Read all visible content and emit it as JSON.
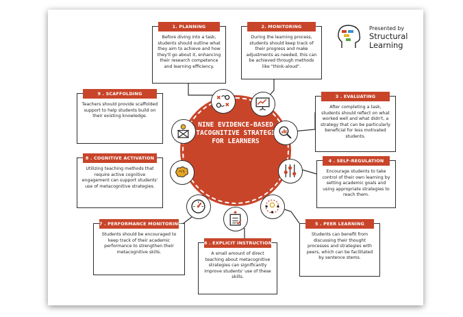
{
  "diagram": {
    "title": "NINE EVIDENCE-BASED METACOGNITIVE STRATEGIES FOR LEARNERS",
    "accent_color": "#c8452a",
    "strategies": [
      {
        "header": "1.    PLANNING",
        "text": "Before diving into a task, students should outline what they aim to achieve and how they'll go about it, enhancing their research competence and learning efficiency.",
        "icon": "planning-cycle-icon"
      },
      {
        "header": "2. MONITORING",
        "text": "During the learning process, students should keep track of their progress and make adjustments as needed, this can be achieved through methods like \"think-aloud\".",
        "icon": "presentation-board-icon"
      },
      {
        "header": "3 . EVALUATING",
        "text": "After completing a task, students should reflect on what  worked well and what didn't, a strategy that can be particularly beneficial for less motivated students.",
        "icon": "magnifier-chart-icon"
      },
      {
        "header": "4 . SELF-REGULATION",
        "text": "Encourage students to take control of their own learning by setting academic goals and using appropriate strategies to reach them.",
        "icon": "sliders-icon"
      },
      {
        "header": "5 . PEER LEARNING",
        "text": "Students can benefit from discussing their thought processes and strategies with peers, which can be facilitated by sentence stems.",
        "icon": "group-idea-icon"
      },
      {
        "header": "6 . EXPLICIT INSTRUCTION",
        "text": "A small amount of direct teaching about metacognitive strategies can significantly improve students' use of these skills.",
        "icon": "checklist-icon"
      },
      {
        "header": "7 . PERFORMANCE MONITORING",
        "text": "Students should be encouraged to keep track of their academic performance to strengthen their metacognitive skills.",
        "icon": "gauge-icon"
      },
      {
        "header": "8 . COGNITIVE ACTIVATION",
        "text": "Utilizing teaching methods that require active cognitive engagement can support students' use of metacognitive strategies.",
        "icon": "brain-key-icon"
      },
      {
        "header": "9 . SCAFFOLDING",
        "text": "Teachers should provide scaffolded support to help students build on their existing knowledge.",
        "icon": "scaffold-idea-icon"
      }
    ]
  },
  "brand": {
    "presented_by": "Presented by",
    "name_line1": "Structural",
    "name_line2": "Learning",
    "logo_colors": [
      "#c8452a",
      "#3a8fd0",
      "#e8b526",
      "#5aa64a"
    ]
  }
}
